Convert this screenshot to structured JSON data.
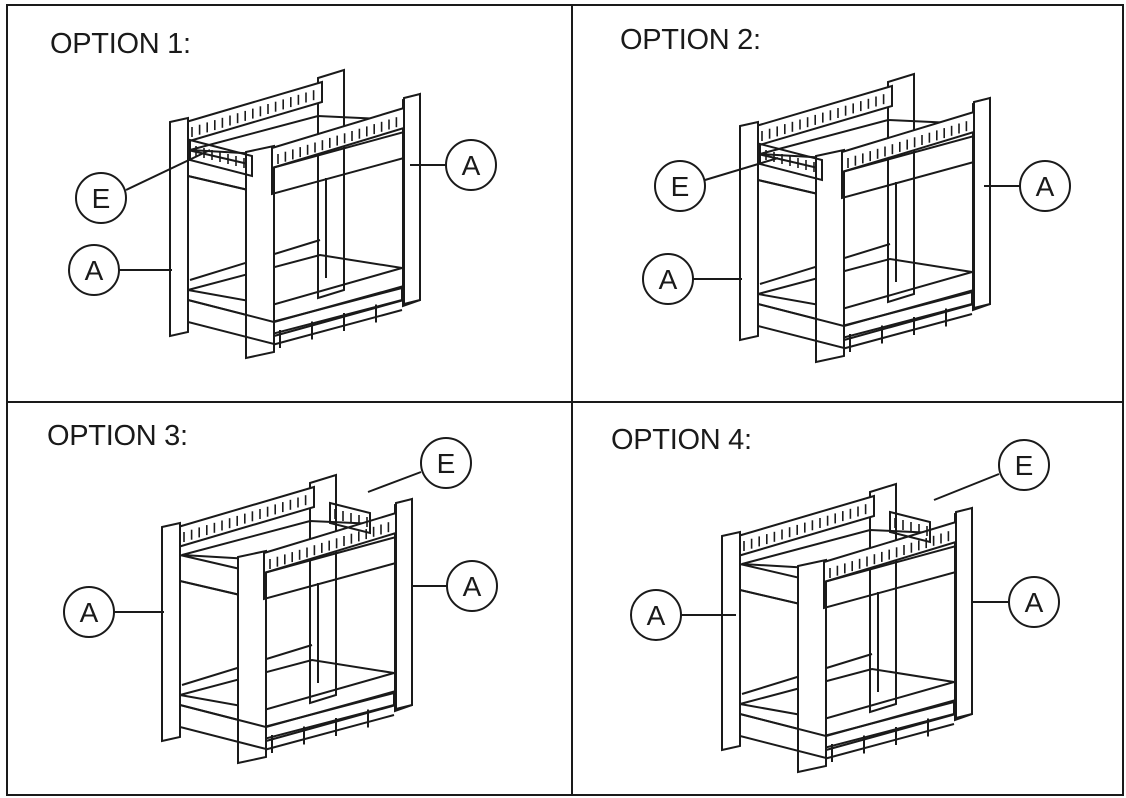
{
  "options": [
    {
      "title": "OPTION 1:",
      "callouts": [
        "E",
        "A",
        "A"
      ]
    },
    {
      "title": "OPTION 2:",
      "callouts": [
        "E",
        "A",
        "A"
      ]
    },
    {
      "title": "OPTION 3:",
      "callouts": [
        "E",
        "A",
        "A"
      ]
    },
    {
      "title": "OPTION 4:",
      "callouts": [
        "E",
        "A",
        "A"
      ]
    }
  ],
  "colors": {
    "line": "#1a1a1a",
    "background": "#ffffff"
  }
}
